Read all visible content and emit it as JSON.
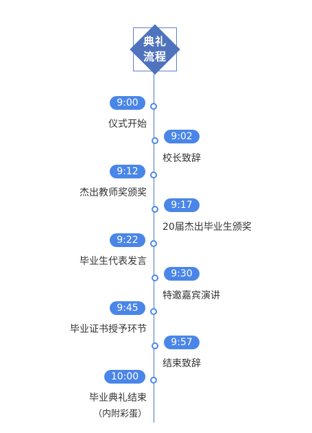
{
  "header": {
    "title": "典礼\n流程"
  },
  "events": [
    {
      "time": "9:00",
      "label": "仪式开始"
    },
    {
      "time": "9:02",
      "label": "校长致辞"
    },
    {
      "time": "9:12",
      "label": "杰出教师奖颁奖"
    },
    {
      "time": "9:17",
      "label": "20届杰出毕业生颁奖"
    },
    {
      "time": "9:22",
      "label": "毕业生代表发言"
    },
    {
      "time": "9:30",
      "label": "特邀嘉宾演讲"
    },
    {
      "time": "9:45",
      "label": "毕业证书授予环节"
    },
    {
      "time": "9:57",
      "label": "结束致辞"
    },
    {
      "time": "10:00",
      "label": "毕业典礼结束",
      "note": "（内附彩蛋）"
    }
  ],
  "colors": {
    "accent": "#4a86e8",
    "header": "#4f73bd",
    "text": "#333333"
  }
}
